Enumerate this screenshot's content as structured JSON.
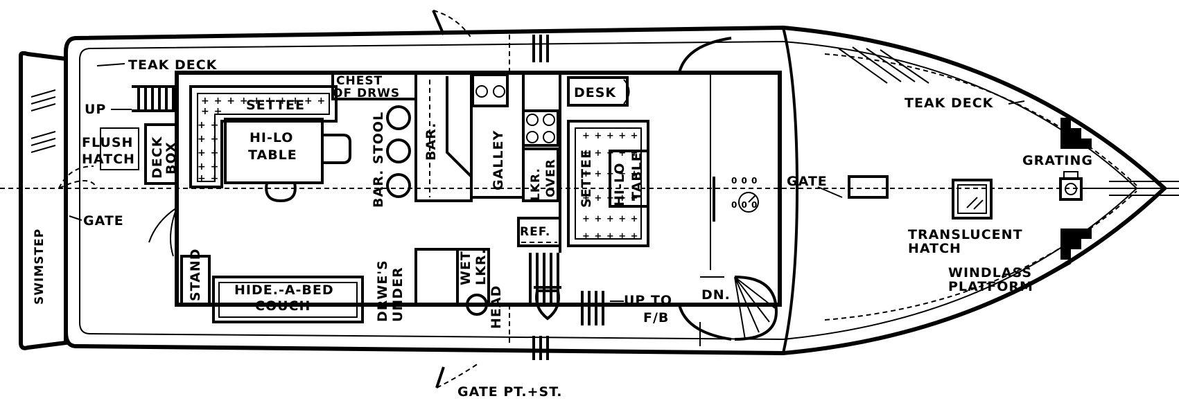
{
  "labels": {
    "teak_deck_aft": "TEAK DECK",
    "teak_deck_fwd": "TEAK DECK",
    "up": "UP",
    "flush_hatch_1": "FLUSH",
    "flush_hatch_2": "HATCH",
    "deck_box_1": "DECK",
    "deck_box_2": "BOX",
    "gate_aft": "GATE",
    "swimstep": "SWIMSTEP",
    "chest_of_drws_1": "CHEST",
    "chest_of_drws_2": "OF DRWS",
    "settee_aft": "SETTEE",
    "hilo_table_aft_1": "HI-LO",
    "hilo_table_aft_2": "TABLE",
    "bar_stool": "BAR. STOOL",
    "bar": "BAR.",
    "galley": "GALLEY",
    "lkr_over_1": "LKR.",
    "lkr_over_2": "OVER",
    "ref": "REF.",
    "desk": "DESK",
    "settee_fwd": "SETTEE",
    "hilo_table_fwd_1": "HI-LO",
    "hilo_table_fwd_2": "TABLE",
    "gate_fwd": "GATE",
    "grating": "GRATING",
    "translucent_hatch_1": "TRANSLUCENT",
    "translucent_hatch_2": "HATCH",
    "windlass_platform_1": "WINDLASS",
    "windlass_platform_2": "PLATFORM",
    "stand": "STAND",
    "hide_a_bed_1": "HIDE.-A-BED",
    "hide_a_bed_2": "COUCH",
    "drwes_under_1": "DRWE'S",
    "drwes_under_2": "UNDER",
    "wet_lkr_1": "WET",
    "wet_lkr_2": "LKR.",
    "head": "HEAD",
    "up_to_fb_1": "UP TO",
    "up_to_fb_2": "F/B",
    "dn": "DN.",
    "gate_pt_st": "GATE PT.+ST."
  }
}
